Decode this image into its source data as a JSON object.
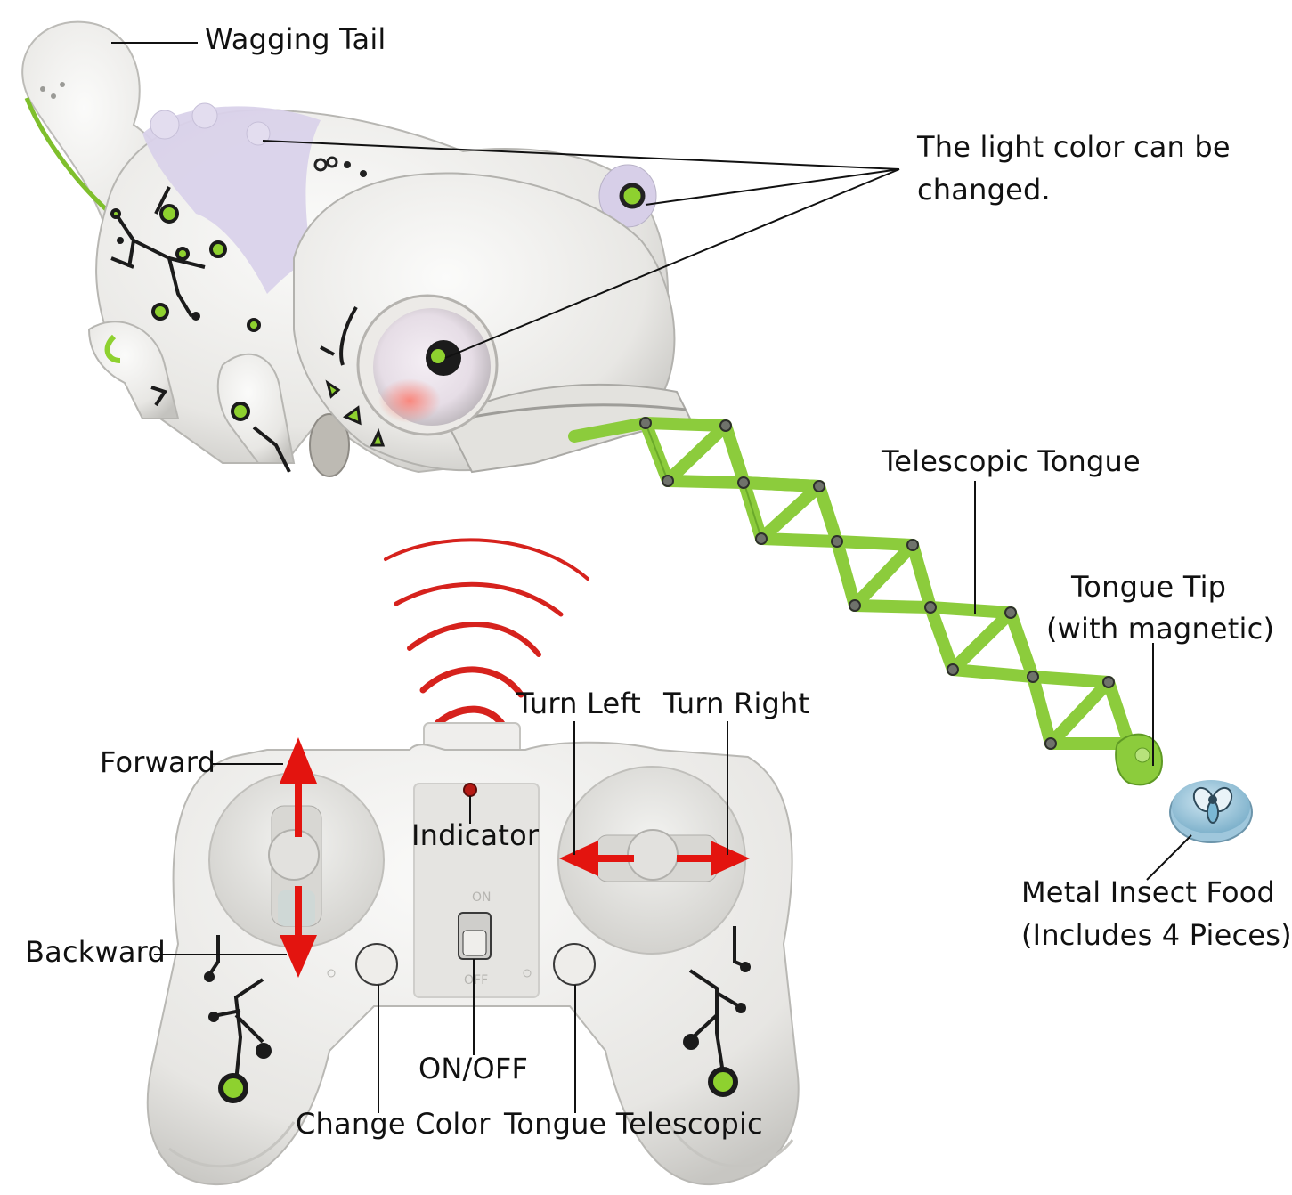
{
  "labels": {
    "wagging_tail": "Wagging Tail",
    "light_color_1": "The light color can be",
    "light_color_2": "changed.",
    "telescopic_tongue": "Telescopic Tongue",
    "tongue_tip_1": "Tongue Tip",
    "tongue_tip_2": "(with magnetic)",
    "turn_left": "Turn Left",
    "turn_right": "Turn Right",
    "forward": "Forward",
    "indicator": "Indicator",
    "metal_food_1": "Metal Insect Food",
    "metal_food_2": "(Includes 4 Pieces)",
    "backward": "Backward",
    "on_off": "ON/OFF",
    "change_color": "Change Color",
    "tongue_telescopic": "Tongue Telescopic"
  },
  "switch_marks": {
    "on": "ON",
    "off": "OFF"
  },
  "colors": {
    "body_white": "#ecebe8",
    "body_shadow": "#c9c8c4",
    "lavender": "#d9d2ea",
    "accent_green": "#8ed12f",
    "tongue_green": "#8ccc3c",
    "circuit_dark": "#1b1b1b",
    "arrow_red": "#e3140f",
    "signal_red": "#d6221d",
    "leader_line": "#111111",
    "insect_disc": "#9fc7dc"
  }
}
